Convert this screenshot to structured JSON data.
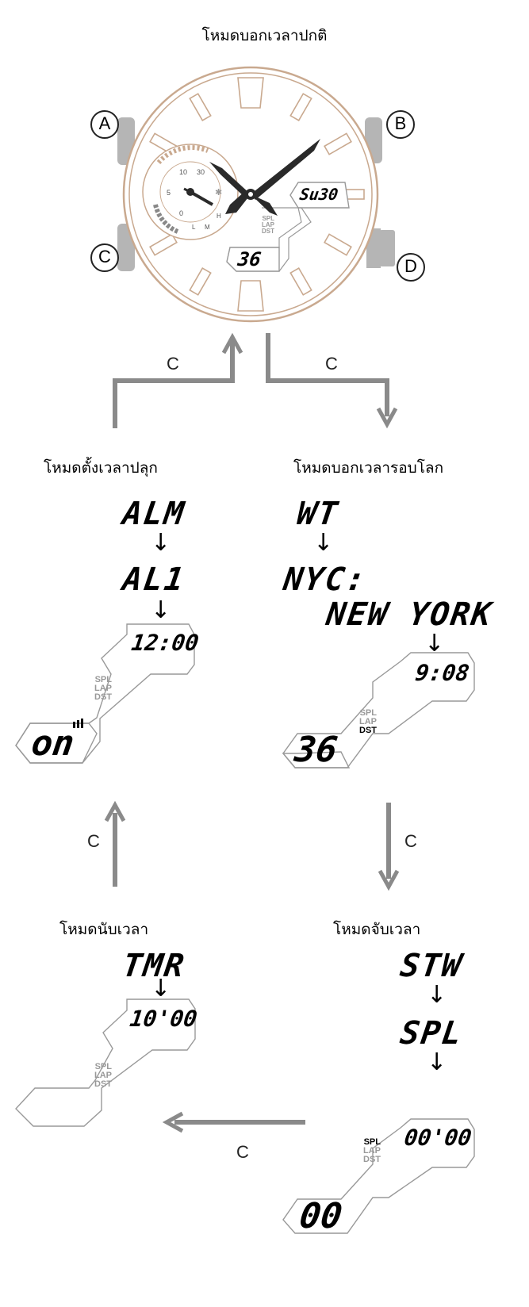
{
  "modes": {
    "timekeeping": {
      "title": "โหมดบอกเวลาปกติ"
    },
    "alarm": {
      "title": "โหมดตั้งเวลาปลุก",
      "step1": "ALM",
      "step2": "AL1",
      "time": "12:00",
      "status": "on"
    },
    "world_time": {
      "title": "โหมดบอกเวลารอบโลก",
      "step1": "WT",
      "city_line1": "NYC:",
      "city_line2": "NEW YORK",
      "time": "9:08",
      "seconds": "36"
    },
    "timer": {
      "title": "โหมดนับเวลา",
      "step1": "TMR",
      "time": "10'00"
    },
    "stopwatch": {
      "title": "โหมดจับเวลา",
      "step1": "STW",
      "step2": "SPL",
      "time": "00'00",
      "seconds": "00"
    }
  },
  "watch": {
    "buttons": {
      "a": "A",
      "b": "B",
      "c": "C",
      "d": "D"
    },
    "day_date": "Su30",
    "seconds": "36",
    "subdial_numbers": [
      "10",
      "30",
      "5",
      "0"
    ],
    "subdial_letters": [
      "L",
      "M",
      "H"
    ]
  },
  "indicators": {
    "spl": "SPL",
    "lap": "LAP",
    "dst": "DST"
  },
  "transitions": {
    "c1": "C",
    "c2": "C",
    "c3": "C",
    "c4": "C",
    "c5": "C"
  },
  "down_arrow": "↓",
  "colors": {
    "watch_outline": "#c9a98f",
    "arrow_gray": "#8a8a8a",
    "button_gray": "#b5b5b5",
    "hand": "#2a2a2a"
  }
}
